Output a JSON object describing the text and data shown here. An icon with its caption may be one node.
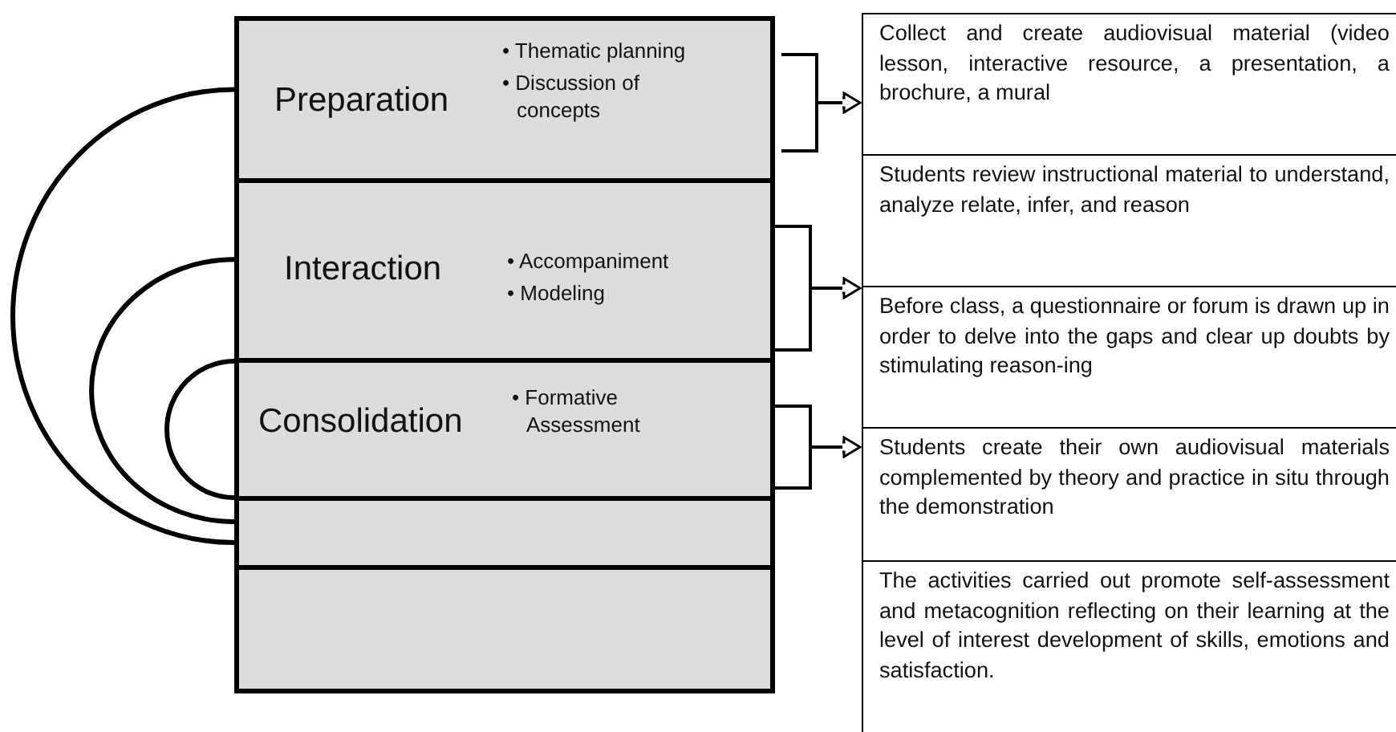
{
  "diagram": {
    "nodes": [
      {
        "text": [
          "Preparation",
          "• Thematic planning",
          "• Discussion of concepts"
        ]
      },
      {
        "text": [
          "Interaction",
          "• Accompaniment",
          "• Modeling"
        ]
      },
      {
        "text": [
          "Consolidation",
          "• Formative Assessment"
        ]
      },
      {
        "text": [],
        "shape": "box"
      },
      {
        "text": [],
        "shape": "box"
      },
      {
        "text": [
          "Collect and create audiovisual material (video lesson, interactive resource, a presentation, a brochure, a mural"
        ]
      },
      {
        "text": [
          "Students review instructional material to understand, analyze relate, infer, and reason"
        ]
      },
      {
        "text": [
          "Before class, a questionnaire or forum is drawn up in order to delve into the gaps and clear up doubts by stimulating reason-ing"
        ]
      },
      {
        "text": [
          "Students create their own audiovisual materials complemented by theory and practice in situ through the demonstration"
        ]
      },
      {
        "text": [
          "The activities carried out promote self-assessment and metacognition reflecting on their learning at the level of interest development of skills, emotions and satisfaction."
        ]
      }
    ],
    "edges": [
      {
        "from": 0,
        "to": 3,
        "arrow": "none"
      },
      {
        "from": 1,
        "to": 3,
        "arrow": "none"
      },
      {
        "from": 2,
        "to": 3,
        "arrow": "none"
      },
      {
        "from": 0,
        "to": 5,
        "arrow": "to"
      },
      {
        "from": 1,
        "to": 6,
        "arrow": "to"
      },
      {
        "from": 2,
        "to": 8,
        "arrow": "to"
      }
    ]
  }
}
